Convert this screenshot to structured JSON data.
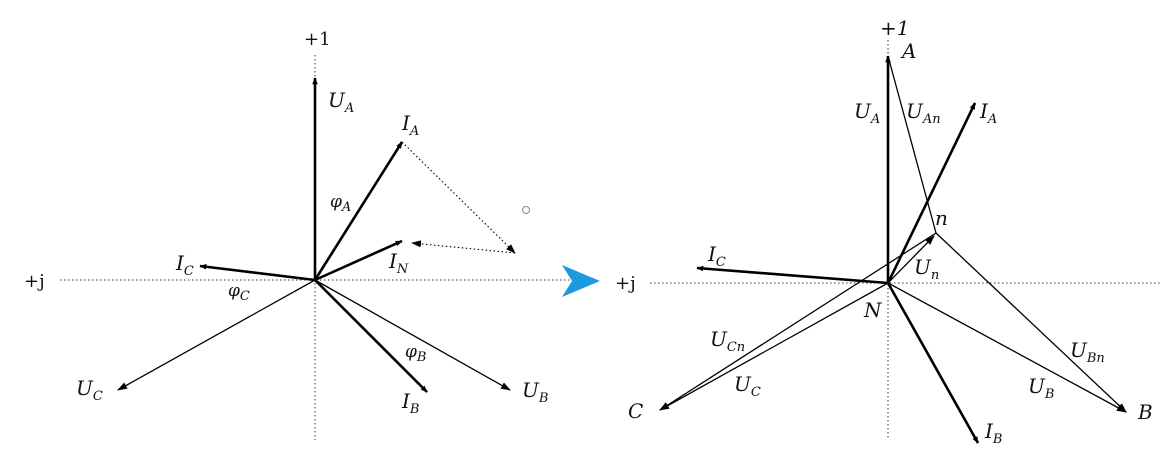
{
  "left": {
    "axis_real": "+1",
    "axis_imag": "+j",
    "U_A": {
      "main": "U",
      "sub": "A"
    },
    "U_B": {
      "main": "U",
      "sub": "B"
    },
    "U_C": {
      "main": "U",
      "sub": "C"
    },
    "I_A": {
      "main": "I",
      "sub": "A"
    },
    "I_B": {
      "main": "I",
      "sub": "B"
    },
    "I_C": {
      "main": "I",
      "sub": "C"
    },
    "I_N": {
      "main": "I",
      "sub": "N"
    },
    "phi_A": {
      "main": "φ",
      "sub": "A"
    },
    "phi_B": {
      "main": "φ",
      "sub": "B"
    },
    "phi_C": {
      "main": "φ",
      "sub": "C"
    }
  },
  "right": {
    "axis_real": "+1",
    "axis_imag": "+j",
    "point_A": "A",
    "point_B": "B",
    "point_C": "C",
    "point_N": "N",
    "point_n": "n",
    "U_A": {
      "main": "U",
      "sub": "A"
    },
    "U_B": {
      "main": "U",
      "sub": "B"
    },
    "U_C": {
      "main": "U",
      "sub": "C"
    },
    "U_An": {
      "main": "U",
      "sub": "An"
    },
    "U_Bn": {
      "main": "U",
      "sub": "Bn"
    },
    "U_Cn": {
      "main": "U",
      "sub": "Cn"
    },
    "U_n": {
      "main": "U",
      "sub": "n"
    },
    "I_A": {
      "main": "I",
      "sub": "A"
    },
    "I_B": {
      "main": "I",
      "sub": "B"
    },
    "I_C": {
      "main": "I",
      "sub": "C"
    }
  },
  "colors": {
    "transition_arrow": "#1a9ae0",
    "ink": "#000000"
  }
}
